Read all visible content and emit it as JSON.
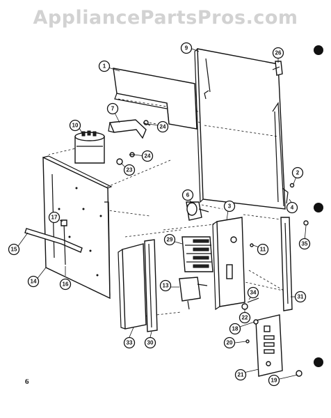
{
  "watermark": "AppliancePartsPros.com",
  "page_number": "6",
  "callouts": {
    "c1": "1",
    "c2": "2",
    "c3": "3",
    "c4": "4",
    "c6": "6",
    "c7": "7",
    "c9": "9",
    "c10": "10",
    "c11": "11",
    "c13": "13",
    "c14": "14",
    "c15": "15",
    "c16": "16",
    "c17": "17",
    "c18": "18",
    "c19": "19",
    "c20": "20",
    "c21": "21",
    "c22": "22",
    "c23": "23",
    "c24a": "24",
    "c24b": "24",
    "c26": "26",
    "c29": "29",
    "c30": "30",
    "c31": "31",
    "c33": "33",
    "c34": "34",
    "c35": "35"
  }
}
